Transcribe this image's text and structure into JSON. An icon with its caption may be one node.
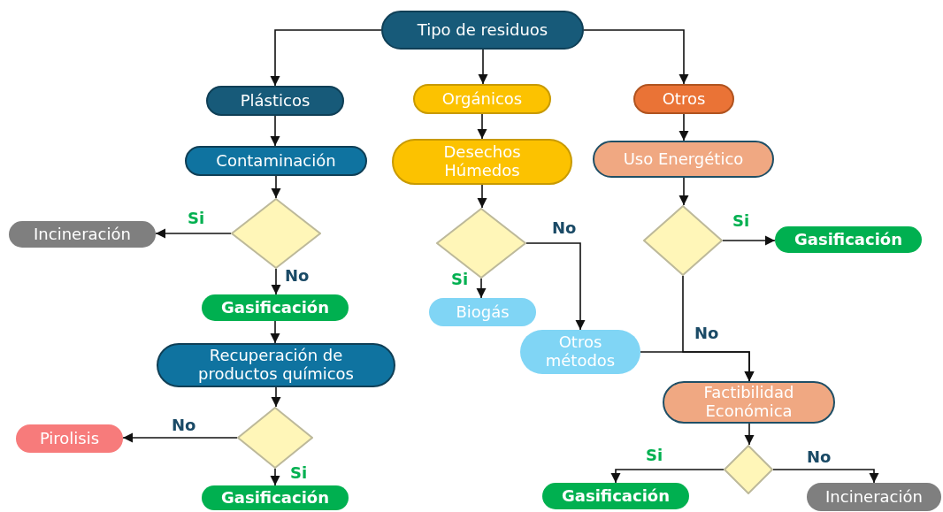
{
  "diagram": {
    "nodes": [
      {
        "text": [
          "Tipo de residuos"
        ]
      },
      {
        "text": [
          "Plásticos"
        ]
      },
      {
        "text": [
          "Orgánicos"
        ]
      },
      {
        "text": [
          "Otros"
        ]
      },
      {
        "text": [
          "Contaminación"
        ]
      },
      {
        "text": [
          "Desechos Húmedos"
        ]
      },
      {
        "text": [
          "Uso Energético"
        ]
      },
      {
        "text": [],
        "shape": "diamond"
      },
      {
        "text": [],
        "shape": "diamond"
      },
      {
        "text": [],
        "shape": "diamond"
      },
      {
        "text": [
          "Incineración"
        ]
      },
      {
        "text": [
          "Gasificación"
        ]
      },
      {
        "text": [
          "Gasificación"
        ]
      },
      {
        "text": [
          "Biogás"
        ]
      },
      {
        "text": [
          "Otros métodos"
        ]
      },
      {
        "text": [
          "Recuperación de productos químicos"
        ]
      },
      {
        "text": [
          "Factibilidad Económica"
        ]
      },
      {
        "text": [],
        "shape": "diamond"
      },
      {
        "text": [],
        "shape": "diamond"
      },
      {
        "text": [
          "Pirolisis"
        ]
      },
      {
        "text": [
          "Gasificación"
        ]
      },
      {
        "text": [
          "Gasificación"
        ]
      },
      {
        "text": [
          "Incineración"
        ]
      }
    ],
    "edges": [
      {
        "from": 0,
        "to": 1,
        "arrow": "to"
      },
      {
        "from": 0,
        "to": 2,
        "arrow": "to"
      },
      {
        "from": 0,
        "to": 3,
        "arrow": "to"
      },
      {
        "from": 1,
        "to": 4,
        "arrow": "to"
      },
      {
        "from": 2,
        "to": 5,
        "arrow": "to"
      },
      {
        "from": 3,
        "to": 6,
        "arrow": "to"
      },
      {
        "from": 4,
        "to": 7,
        "arrow": "to"
      },
      {
        "from": 5,
        "to": 8,
        "arrow": "to"
      },
      {
        "from": 6,
        "to": 9,
        "arrow": "to"
      },
      {
        "from": 7,
        "to": 10,
        "arrow": "to",
        "label": "Si"
      },
      {
        "from": 7,
        "to": 12,
        "arrow": "to",
        "label": "No"
      },
      {
        "from": 8,
        "to": 13,
        "arrow": "to",
        "label": "Si"
      },
      {
        "from": 8,
        "to": 14,
        "arrow": "to",
        "label": "No"
      },
      {
        "from": 9,
        "to": 11,
        "arrow": "to",
        "label": "Si"
      },
      {
        "from": 9,
        "to": 16,
        "arrow": "to",
        "label": "No"
      },
      {
        "from": 14,
        "to": 16,
        "arrow": "to"
      },
      {
        "from": 12,
        "to": 15,
        "arrow": "to"
      },
      {
        "from": 15,
        "to": 17,
        "arrow": "to"
      },
      {
        "from": 17,
        "to": 19,
        "arrow": "to",
        "label": "No"
      },
      {
        "from": 17,
        "to": 20,
        "arrow": "to",
        "label": "Si"
      },
      {
        "from": 16,
        "to": 18,
        "arrow": "to"
      },
      {
        "from": 18,
        "to": 21,
        "arrow": "to",
        "label": "Si"
      },
      {
        "from": 18,
        "to": 22,
        "arrow": "to",
        "label": "No"
      }
    ]
  }
}
